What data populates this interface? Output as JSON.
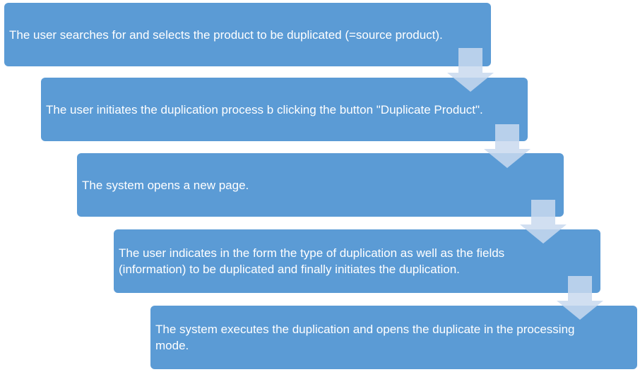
{
  "steps": [
    {
      "text": "The user searches for and selects the product to be duplicated (=source product)."
    },
    {
      "text": "The user initiates the  duplication process b clicking the button \"Duplicate Product\"."
    },
    {
      "text": "The system opens a new page."
    },
    {
      "text": "The user indicates in the form the type of duplication as well as the fields (information) to be duplicated and finally initiates the duplication."
    },
    {
      "text": "The system executes the duplication and opens the duplicate in the processing mode."
    }
  ],
  "colors": {
    "box": "#5b9bd5",
    "arrow": "#c9daef",
    "text": "#ffffff"
  }
}
